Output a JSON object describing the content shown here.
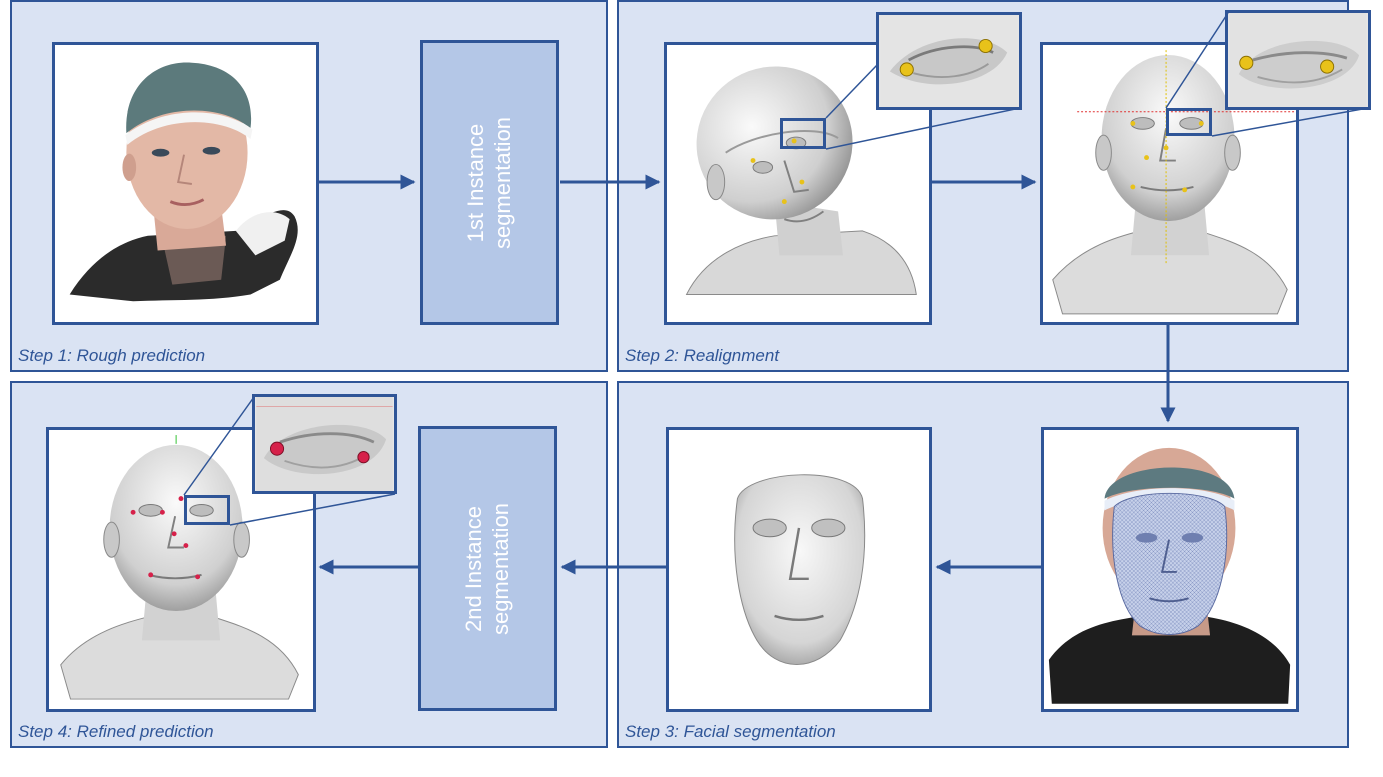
{
  "steps": {
    "step1": "Step 1: Rough prediction",
    "step2": "Step 2: Realignment",
    "step3": "Step 3: Facial segmentation",
    "step4": "Step 4: Refined prediction"
  },
  "segmentation": {
    "first": "1st Instance\nsegmentation",
    "second": "2nd Instance\nsegmentation"
  },
  "colors": {
    "panel_bg": "#dae3f3",
    "border": "#2f5597",
    "seg_box": "#b4c7e7",
    "landmark_yellow": "#e8c21a",
    "landmark_red": "#d6214a"
  },
  "icons": {
    "photo": "textured-head-scan-image",
    "mesh": "gray-head-mesh-image",
    "face": "cropped-face-mesh-image"
  }
}
